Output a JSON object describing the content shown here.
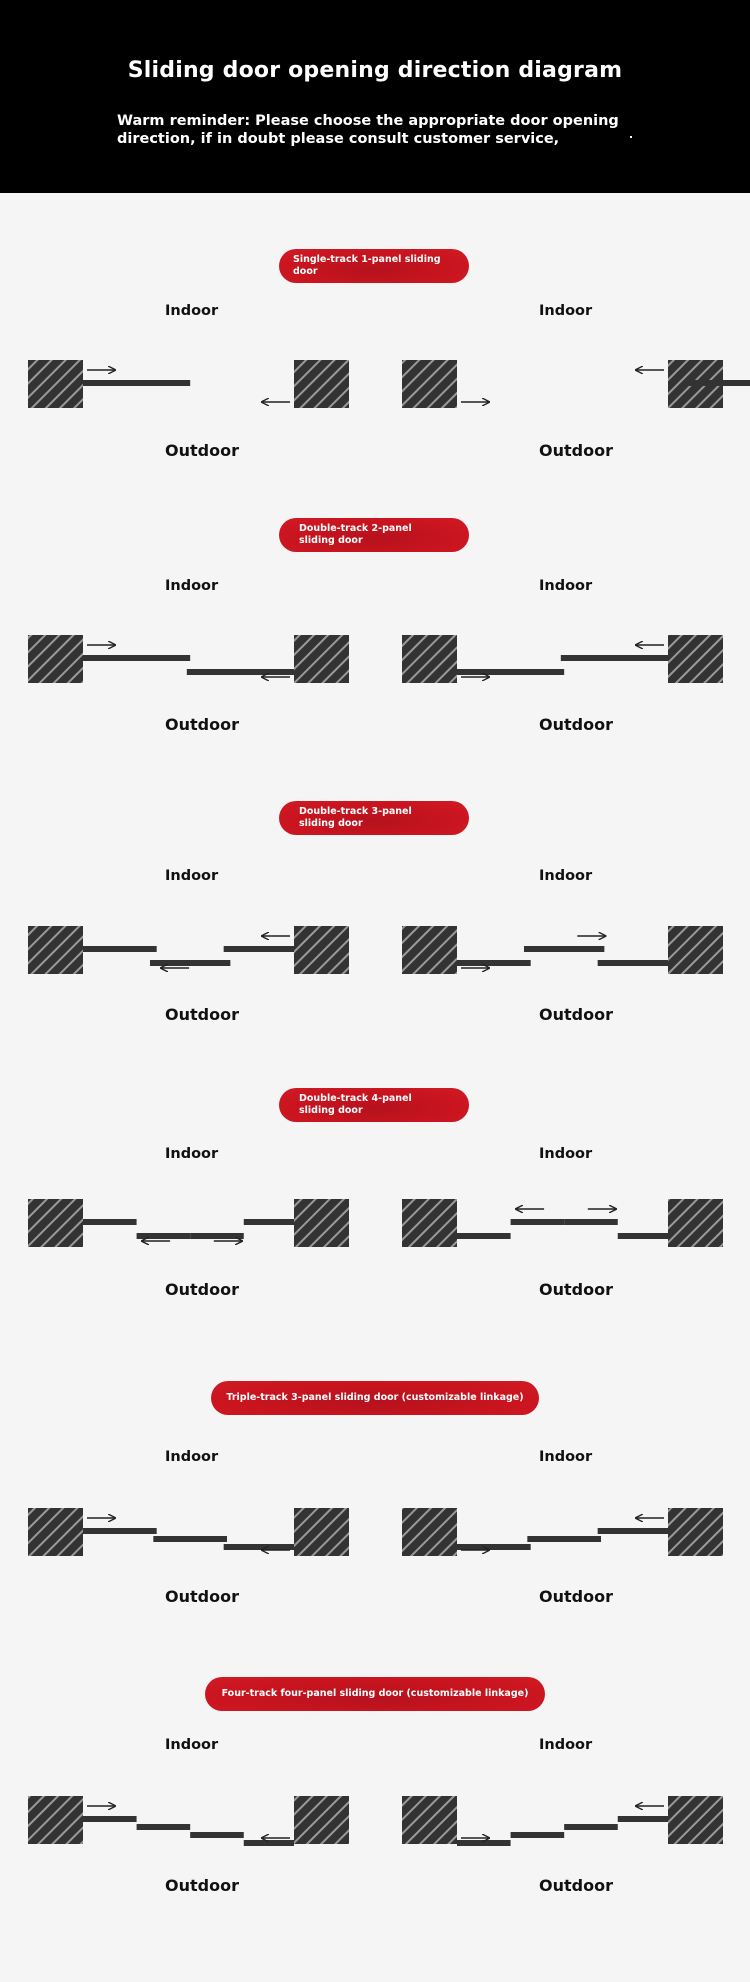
{
  "header": {
    "title": "Sliding door opening direction diagram",
    "reminder": "Warm reminder: Please choose the appropriate door opening direction, if in doubt please consult customer service,"
  },
  "labels": {
    "indoor": "Indoor",
    "outdoor": "Outdoor"
  },
  "colors": {
    "header_bg": "#000000",
    "pill": "#c8141f",
    "panel": "#333333",
    "wall": "#333333",
    "background": "#f5f5f5"
  },
  "sections": [
    {
      "title": "Single-track 1-panel sliding door",
      "diagrams": [
        {
          "panels": [
            [
              0,
              0.32,
              0
            ]
          ],
          "arrows": [
            [
              "right",
              0
            ],
            [
              "left",
              2
            ]
          ]
        },
        {
          "panels": [
            [
              0.68,
              1,
              0
            ]
          ],
          "arrows": [
            [
              "left",
              0
            ],
            [
              "right",
              2
            ]
          ]
        }
      ]
    },
    {
      "title": "Double-track 2-panel sliding door",
      "diagrams": [
        {
          "panels": [
            [
              0,
              0.32,
              0
            ],
            [
              0.31,
              0.63,
              1
            ]
          ],
          "arrows": [
            [
              "right",
              0
            ],
            [
              "left",
              2
            ]
          ]
        },
        {
          "panels": [
            [
              0,
              0.32,
              1
            ],
            [
              0.31,
              0.63,
              0
            ]
          ],
          "arrows": [
            [
              "left",
              0
            ],
            [
              "right",
              2
            ]
          ]
        }
      ]
    },
    {
      "title": "Double-track 3-panel sliding door",
      "diagrams": [
        {
          "panels": [
            [
              0,
              0.22,
              0
            ],
            [
              0.2,
              0.44,
              1
            ],
            [
              0.42,
              0.63,
              0
            ]
          ],
          "arrows": [
            [
              "left",
              0
            ],
            [
              "left",
              2
            ]
          ]
        },
        {
          "panels": [
            [
              0,
              0.22,
              1
            ],
            [
              0.2,
              0.44,
              0
            ],
            [
              0.42,
              0.63,
              1
            ]
          ],
          "arrows": [
            [
              "right",
              0
            ],
            [
              "right",
              2
            ]
          ]
        }
      ]
    },
    {
      "title": "Double-track 4-panel sliding door",
      "diagrams": [
        {
          "panels": [
            [
              0,
              0.16,
              0
            ],
            [
              0.16,
              0.32,
              1
            ],
            [
              0.32,
              0.48,
              1
            ],
            [
              0.48,
              0.63,
              0
            ]
          ],
          "arrows": [
            [
              "left",
              2
            ],
            [
              "right",
              2
            ]
          ]
        },
        {
          "panels": [
            [
              0,
              0.16,
              1
            ],
            [
              0.16,
              0.32,
              0
            ],
            [
              0.32,
              0.48,
              0
            ],
            [
              0.48,
              0.63,
              1
            ]
          ],
          "arrows": [
            [
              "left",
              0
            ],
            [
              "right",
              0
            ]
          ]
        }
      ]
    },
    {
      "title": "Triple-track 3-panel sliding door (customizable linkage)",
      "diagrams": [
        {
          "panels": [
            [
              0,
              0.22,
              0
            ],
            [
              0.21,
              0.43,
              1
            ],
            [
              0.42,
              0.63,
              2
            ]
          ],
          "arrows": [
            [
              "right",
              0
            ],
            [
              "left",
              2
            ]
          ]
        },
        {
          "panels": [
            [
              0,
              0.22,
              2
            ],
            [
              0.21,
              0.43,
              1
            ],
            [
              0.42,
              0.63,
              0
            ]
          ],
          "arrows": [
            [
              "left",
              0
            ],
            [
              "right",
              2
            ]
          ]
        }
      ]
    },
    {
      "title": "Four-track four-panel sliding door (customizable linkage)",
      "diagrams": [
        {
          "panels": [
            [
              0,
              0.16,
              0
            ],
            [
              0.16,
              0.32,
              1
            ],
            [
              0.32,
              0.48,
              2
            ],
            [
              0.48,
              0.63,
              3
            ]
          ],
          "arrows": [
            [
              "right",
              0
            ],
            [
              "left",
              2
            ]
          ]
        },
        {
          "panels": [
            [
              0,
              0.16,
              3
            ],
            [
              0.16,
              0.32,
              2
            ],
            [
              0.32,
              0.48,
              1
            ],
            [
              0.48,
              0.63,
              0
            ]
          ],
          "arrows": [
            [
              "left",
              0
            ],
            [
              "right",
              2
            ]
          ]
        }
      ]
    }
  ]
}
